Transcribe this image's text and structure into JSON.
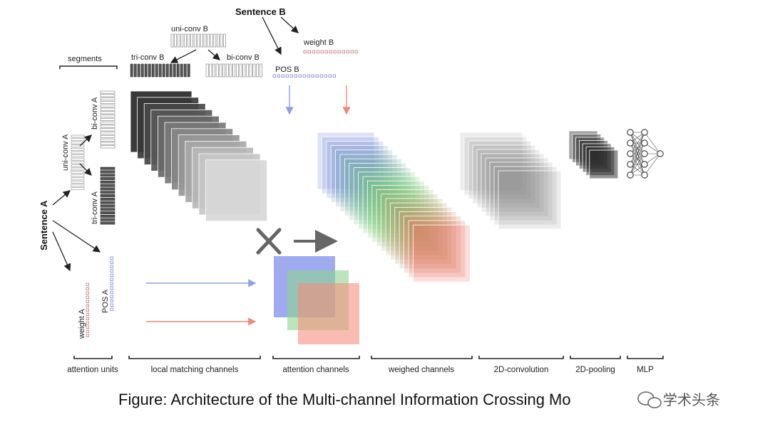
{
  "inputs": {
    "sentence_a": "Sentence A",
    "sentence_b": "Sentence B"
  },
  "labels": {
    "uni_conv_b": "uni-conv B",
    "tri_conv_b": "tri-conv B",
    "bi_conv_b": "bi-conv B",
    "weight_b": "weight B",
    "pos_b": "POS B",
    "segments": "segments",
    "uni_conv_a": "uni-conv A",
    "bi_conv_a": "bi-conv A",
    "tri_conv_a": "tri-conv A",
    "pos_a": "POS A",
    "weight_a": "weight A"
  },
  "sections": [
    "attention units",
    "local matching channels",
    "attention channels",
    "weighed channels",
    "2D-convolution",
    "2D-pooling",
    "MLP"
  ],
  "caption": "Figure: Architecture of the Multi-channel Information Crossing Mo",
  "watermark": "学术头条",
  "colors": {
    "blue": "#6f7fd8",
    "green": "#7fcf7f",
    "red": "#e8776a",
    "gray": "#555555",
    "weight_token": "#c77f7f",
    "pos_token": "#7f8fcf"
  },
  "icons": {
    "cross": "cross-product-icon",
    "arrow": "right-arrow-icon",
    "mlp": "mlp-network-icon",
    "watermark": "wechat-icon"
  }
}
